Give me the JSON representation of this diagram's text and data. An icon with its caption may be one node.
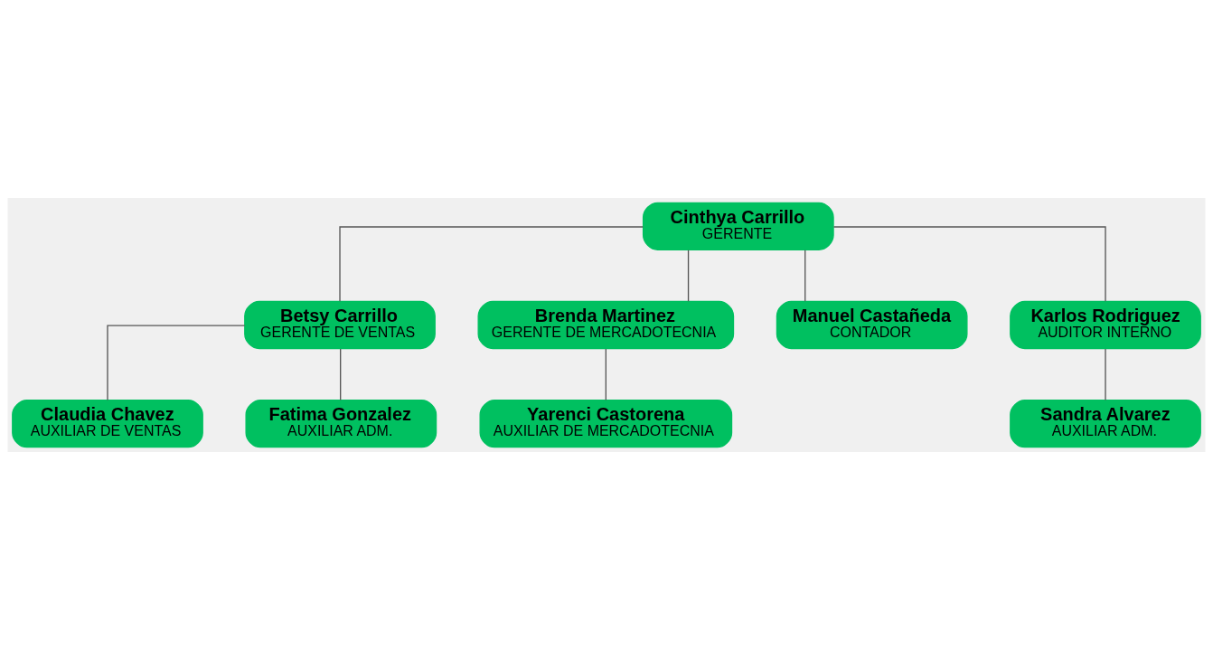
{
  "diagram": {
    "nodes": [
      {
        "text": [
          "Cinthya Carrillo",
          "GERENTE"
        ]
      },
      {
        "text": [
          "Betsy Carrillo",
          "GERENTE DE VENTAS"
        ]
      },
      {
        "text": [
          "Brenda Martinez",
          "GERENTE DE MERCADOTECNIA"
        ]
      },
      {
        "text": [
          "Manuel Castañeda",
          "CONTADOR"
        ]
      },
      {
        "text": [
          "Karlos Rodriguez",
          "AUDITOR INTERNO"
        ]
      },
      {
        "text": [
          "Claudia Chavez",
          "AUXILIAR DE VENTAS"
        ]
      },
      {
        "text": [
          "Fatima Gonzalez",
          "AUXILIAR ADM."
        ]
      },
      {
        "text": [
          "Yarenci Castorena",
          "AUXILIAR DE MERCADOTECNIA"
        ]
      },
      {
        "text": [
          "Sandra Alvarez",
          "AUXILIAR ADM."
        ]
      }
    ],
    "edges": [
      {
        "from": 0,
        "to": 1,
        "arrow": "none"
      },
      {
        "from": 0,
        "to": 2,
        "arrow": "none"
      },
      {
        "from": 0,
        "to": 3,
        "arrow": "none"
      },
      {
        "from": 0,
        "to": 4,
        "arrow": "none"
      },
      {
        "from": 1,
        "to": 5,
        "arrow": "none"
      },
      {
        "from": 1,
        "to": 6,
        "arrow": "none"
      },
      {
        "from": 2,
        "to": 7,
        "arrow": "none"
      },
      {
        "from": 4,
        "to": 8,
        "arrow": "none"
      }
    ]
  }
}
